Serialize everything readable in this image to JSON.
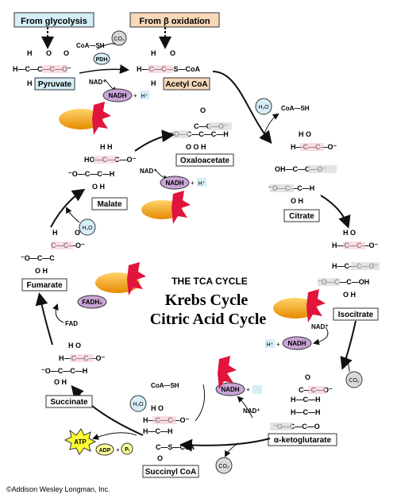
{
  "sources": {
    "glycolysis": "From glycolysis",
    "beta_oxidation": "From β oxidation"
  },
  "molecules": {
    "pyruvate": "Pyruvate",
    "acetyl_coa": "Acetyl CoA",
    "oxaloacetate": "Oxaloacetate",
    "citrate": "Citrate",
    "isocitrate": "Isocitrate",
    "alpha_ketoglutarate": "α-ketoglutarate",
    "succinyl_coa": "Succinyl CoA",
    "succinate": "Succinate",
    "fumarate": "Fumarate",
    "malate": "Malate"
  },
  "cofactors": {
    "coa_sh": "CoA—SH",
    "co2": "CO₂",
    "pdh": "PDH",
    "nad_plus": "NAD⁺",
    "nadh": "NADH",
    "h_plus": "H⁺",
    "h2o": "H₂O",
    "fadh2": "FADH₂",
    "fad": "FAD",
    "atp": "ATP",
    "adp": "ADP",
    "pi": "Pᵢ",
    "plus": "+"
  },
  "title": {
    "cycle_heading": "THE TCA CYCLE",
    "line1": "Krebs Cycle",
    "line2": "Citric Acid Cycle"
  },
  "copyright": "©Addison Wesley Longman, Inc.",
  "colors": {
    "source_blue": "#d6eef7",
    "source_orange": "#f7d9b8",
    "nadh_purple": "#c9a3d6",
    "enzyme_orange": "#f2a317",
    "enzyme_red": "#e0143c",
    "atp_yellow": "#ffff33",
    "co2_grey": "#d9d9d9"
  },
  "icons": [
    "enzyme-icon",
    "cycle-arrow-icon"
  ]
}
